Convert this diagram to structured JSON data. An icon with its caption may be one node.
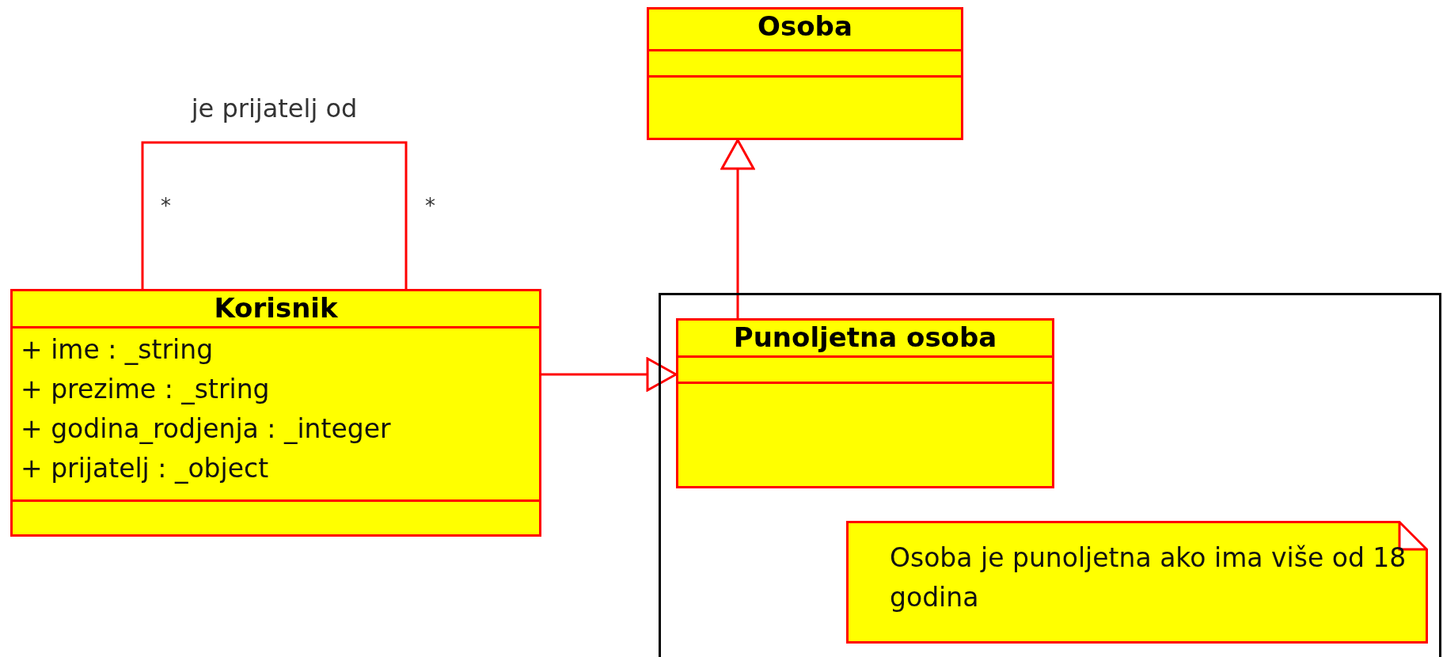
{
  "diagram": {
    "nodes": [
      {
        "text": [
          "Osoba"
        ]
      },
      {
        "text": [
          "Korisnik",
          "+ ime : _string",
          "+ prezime : _string",
          "+ godina_rodjenja : _integer",
          "+ prijatelj : _object"
        ]
      },
      {
        "text": [],
        "shape": "box"
      },
      {
        "text": [
          "Punoljetna osoba"
        ],
        "in": 2
      },
      {
        "text": [
          "Osoba je punoljetna ako ima više od 18 godina"
        ],
        "in": 2
      }
    ],
    "edges": [
      {
        "from": 1,
        "to": 1,
        "arrow": "none",
        "label": "je prijatelj od"
      },
      {
        "from": 3,
        "to": 0,
        "arrow": "to"
      },
      {
        "from": 1,
        "to": 3,
        "arrow": "to"
      }
    ],
    "labels": [
      "*",
      "*"
    ]
  }
}
